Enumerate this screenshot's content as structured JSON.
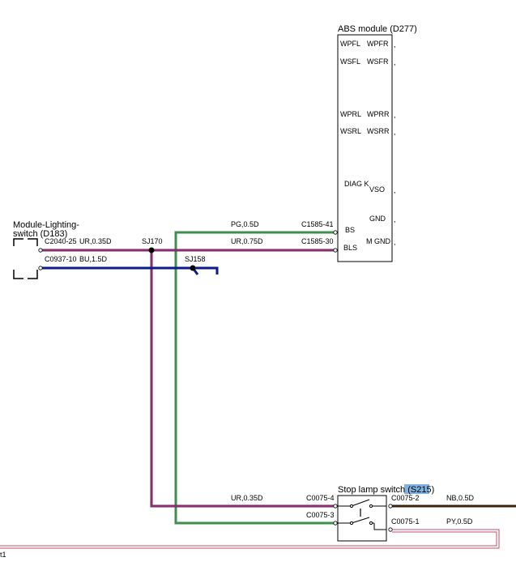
{
  "colors": {
    "ur": "#7a1f5c",
    "ur_stripe": "#9b3a8c",
    "bu": "#0a1a8f",
    "pg": "#3e8f4e",
    "nb": "#3a2410",
    "py": "#c0506a",
    "border": "#000000",
    "highlight": "#7fb2e0"
  },
  "abs_module": {
    "title": "ABS module (D277)",
    "pins_left": [
      "WPFL",
      "WSFL",
      "WPRL",
      "WSRL",
      "DIAG K",
      "BS",
      "BLS"
    ],
    "pins_right": [
      "WPFR",
      "WSFR",
      "WPRR",
      "WSRR",
      "VSO",
      "GND",
      "M GND"
    ],
    "trail_mark": ","
  },
  "lighting_switch": {
    "title_line1": "Module-Lighting-",
    "title_line2": "switch (D183)"
  },
  "stop_lamp_switch": {
    "title": "Stop lamp switch (",
    "code": "S215",
    "close": ")"
  },
  "connectors": {
    "c2040_25": "C2040-25",
    "c0937_10": "C0937-10",
    "c1585_41": "C1585-41",
    "c1585_30": "C1585-30",
    "c0075_4": "C0075-4",
    "c0075_3": "C0075-3",
    "c0075_2": "C0075-2",
    "c0075_1": "C0075-1"
  },
  "wires": {
    "ur_035_top": "UR,0.35D",
    "bu_15": "BU,1.5D",
    "pg_05": "PG,0.5D",
    "ur_075": "UR,0.75D",
    "ur_035_bottom": "UR,0.35D",
    "nb_05": "NB,0.5D",
    "py_05": "PY,0.5D"
  },
  "splices": {
    "sj170": "SJ170",
    "sj158": "SJ158"
  },
  "edge_text": "t1"
}
